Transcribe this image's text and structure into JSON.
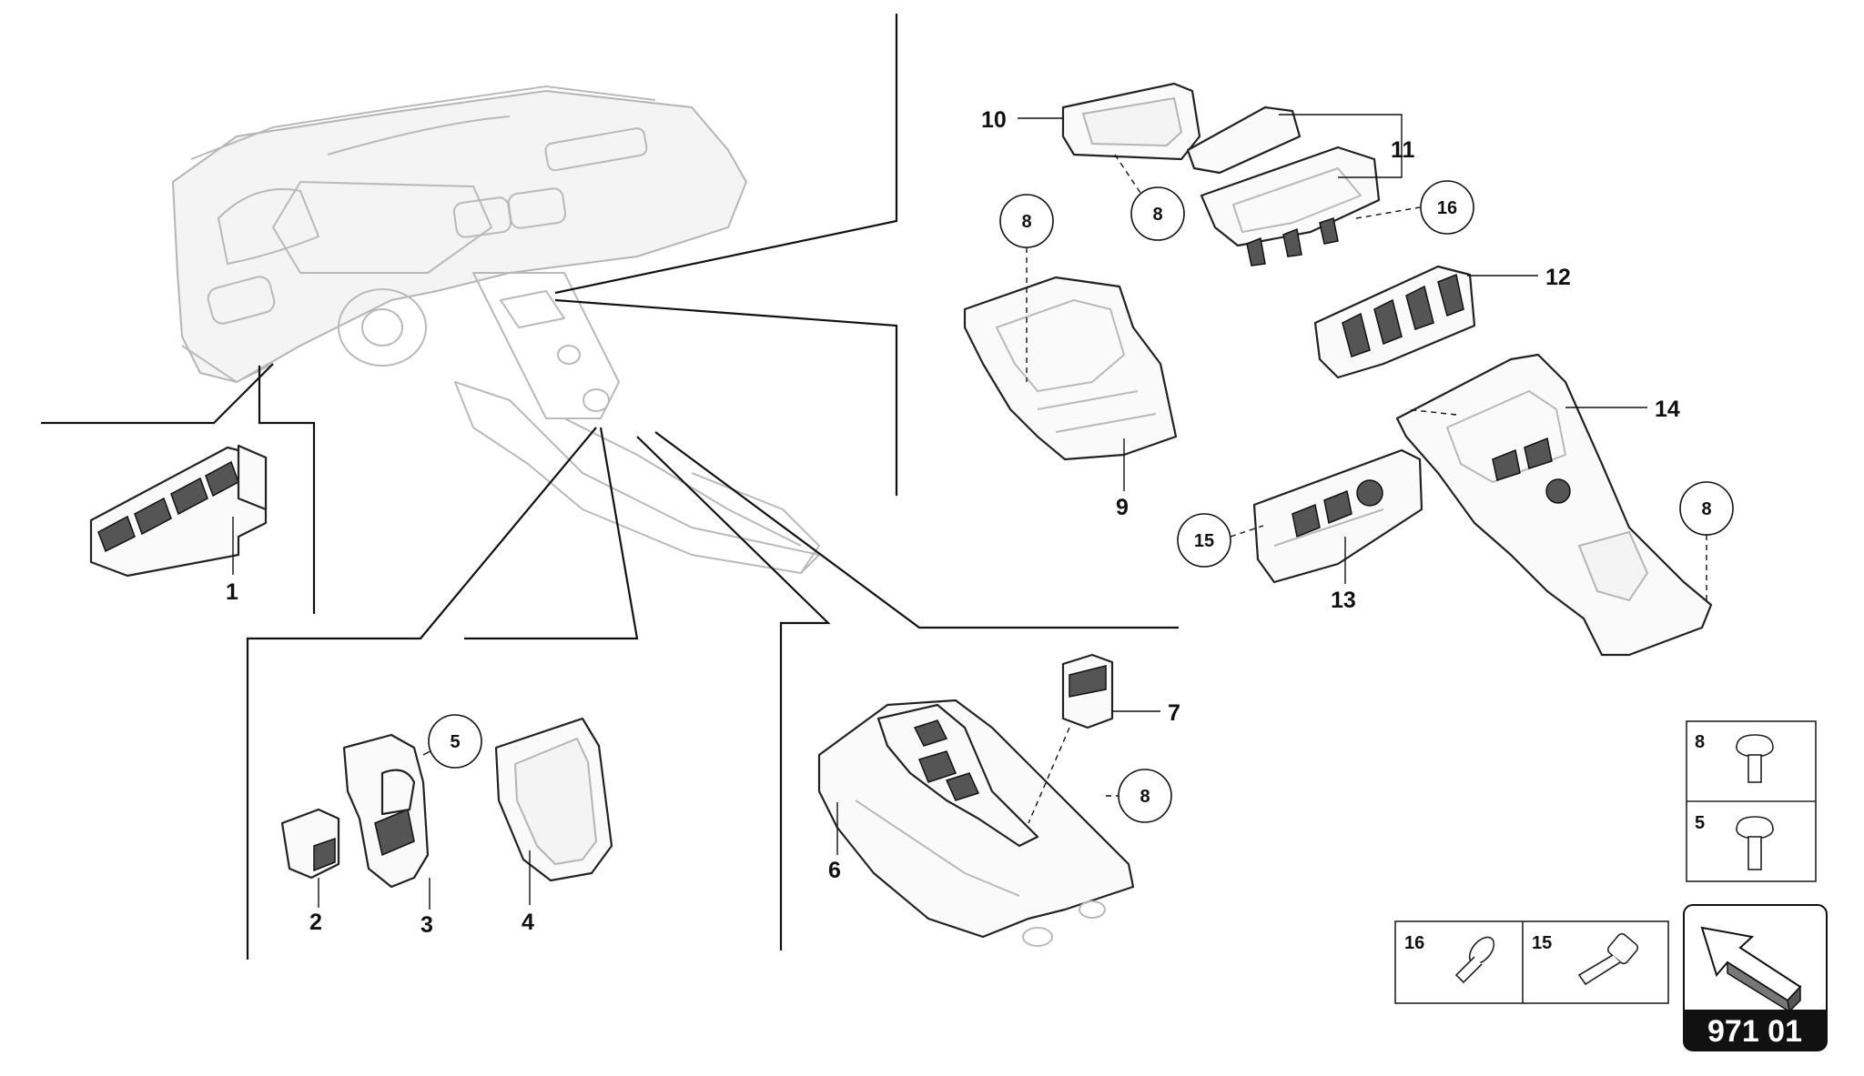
{
  "diagram": {
    "part_labels": {
      "p1": "1",
      "p2": "2",
      "p3": "3",
      "p4": "4",
      "p5": "5",
      "p6": "6",
      "p7": "7",
      "p9": "9",
      "p10": "10",
      "p11": "11",
      "p12": "12",
      "p13": "13",
      "p14": "14"
    },
    "callouts": {
      "c8_top": "8",
      "c8_mid": "8",
      "c8_right": "8",
      "c8_bottom": "8",
      "c16": "16",
      "c15": "15",
      "c5": "5"
    },
    "fastener_boxes": {
      "b8": "8",
      "b5": "5",
      "b16": "16",
      "b15": "15"
    },
    "page_badge": "971 01"
  }
}
